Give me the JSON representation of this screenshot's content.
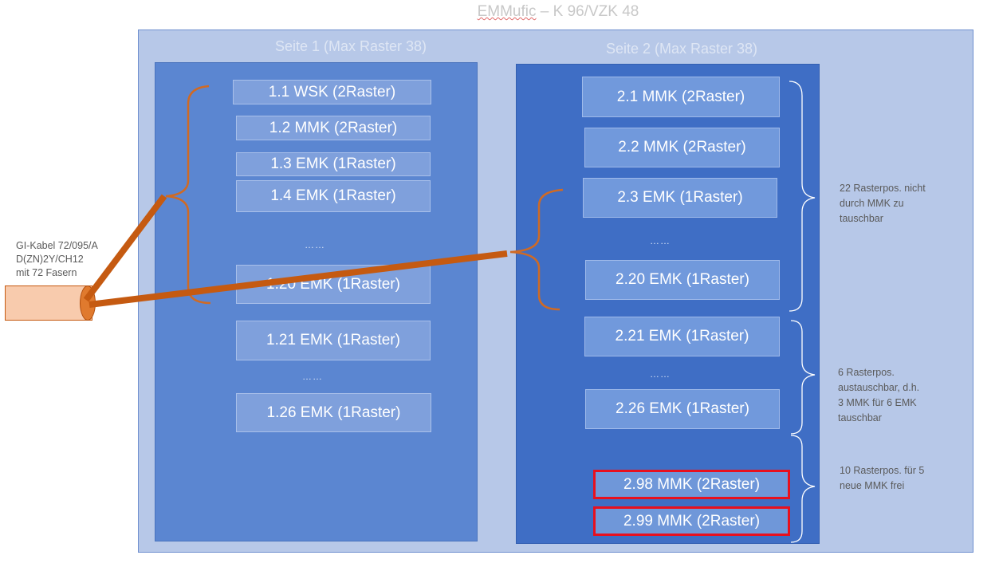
{
  "title": {
    "prefix": "EMMufic",
    "suffix": "– K 96/VZK 48"
  },
  "page1": {
    "header": "Seite 1 (Max Raster 38)",
    "slots": [
      {
        "label": "1.1 WSK (2Raster)"
      },
      {
        "label": "1.2 MMK (2Raster)"
      },
      {
        "label": "1.3 EMK (1Raster)"
      },
      {
        "label": "1.4 EMK (1Raster)"
      },
      {
        "label": "1.20 EMK (1Raster)"
      },
      {
        "label": "1.21 EMK (1Raster)"
      },
      {
        "label": "1.26 EMK (1Raster)"
      }
    ],
    "ellipsis": "……"
  },
  "page2": {
    "header": "Seite 2 (Max Raster 38)",
    "slots": [
      {
        "label": "2.1 MMK (2Raster)"
      },
      {
        "label": "2.2 MMK (2Raster)"
      },
      {
        "label": "2.3 EMK (1Raster)"
      },
      {
        "label": "2.20 EMK (1Raster)"
      },
      {
        "label": "2.21 EMK (1Raster)"
      },
      {
        "label": "2.26 EMK (1Raster)"
      },
      {
        "label": "2.98 MMK (2Raster)"
      },
      {
        "label": "2.99 MMK (2Raster)"
      }
    ],
    "ellipsis": "……"
  },
  "notes": [
    {
      "lines": [
        "22 Rasterpos. nicht",
        "durch MMK zu",
        "tauschbar"
      ]
    },
    {
      "lines": [
        "6 Rasterpos.",
        "austauschbar, d.h.",
        "3 MMK für 6 EMK",
        "tauschbar"
      ]
    },
    {
      "lines": [
        "10 Rasterpos. für 5",
        "neue MMK frei"
      ]
    }
  ],
  "cable": {
    "lines": [
      "GI-Kabel 72/095/A",
      "D(ZN)2Y/CH12",
      "mit 72 Fasern"
    ]
  },
  "colors": {
    "background": "#b7c8e8",
    "page1": "#5b86d1",
    "page2": "#3f6ec5",
    "bracket": "#c55a11",
    "highlight": "#e8101e"
  }
}
